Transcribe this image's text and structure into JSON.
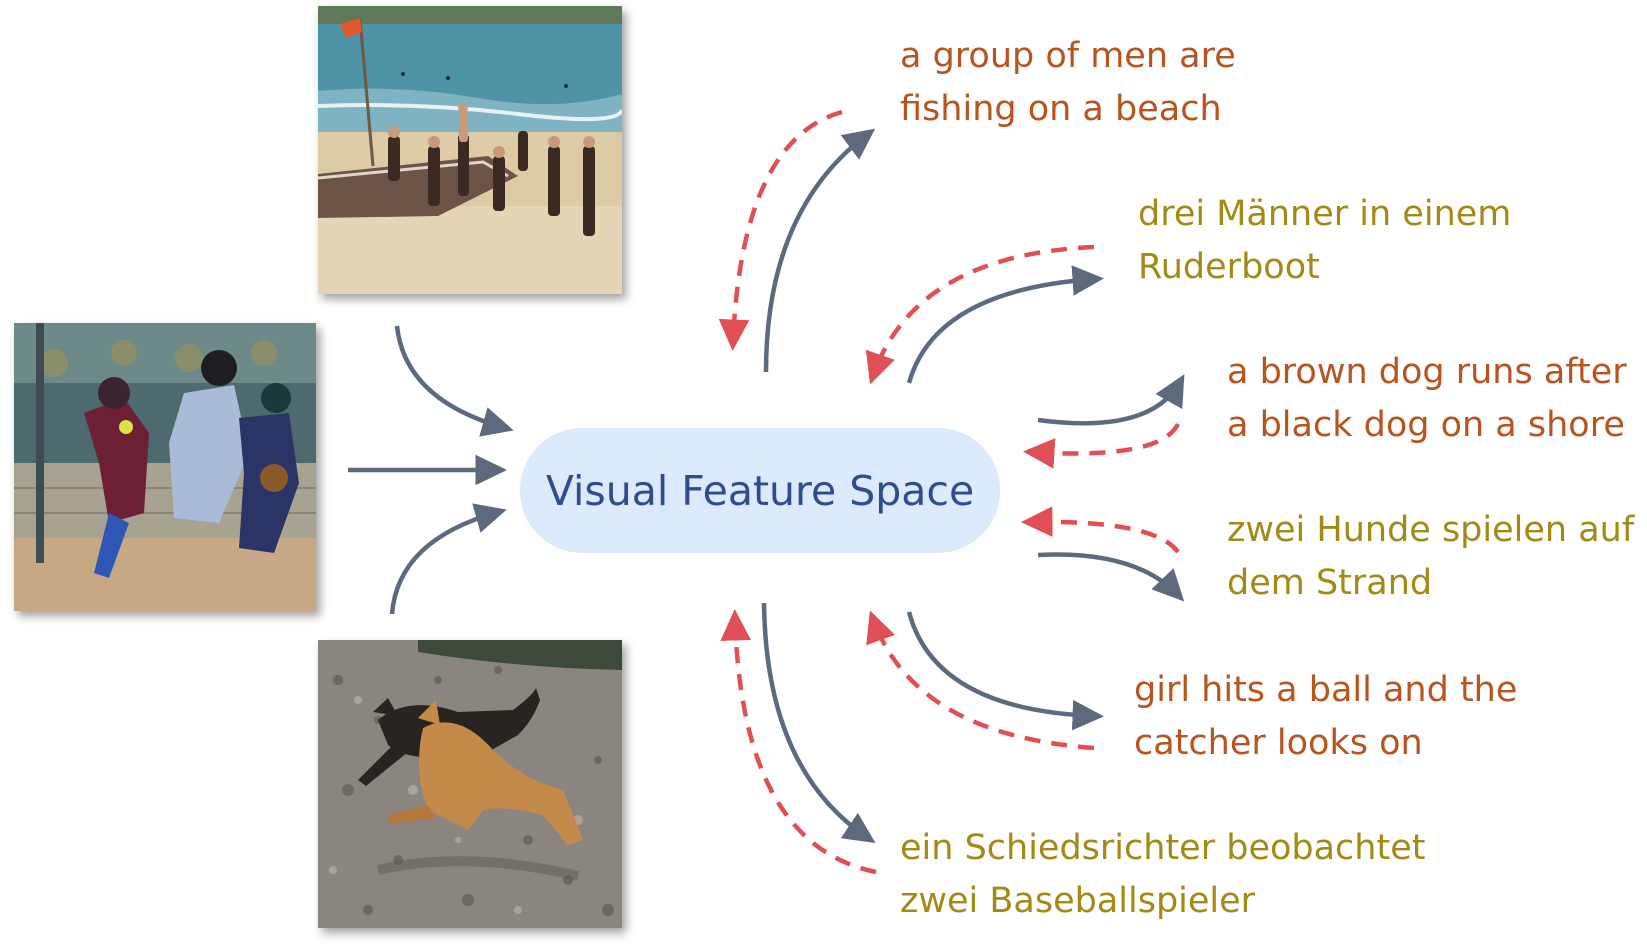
{
  "center": {
    "label": "Visual Feature Space"
  },
  "images": [
    {
      "id": "beach",
      "icon": "beach-fishing-photo"
    },
    {
      "id": "softball",
      "icon": "softball-game-photo"
    },
    {
      "id": "dogs",
      "icon": "dogs-on-shore-photo"
    }
  ],
  "captions": [
    {
      "lang": "en",
      "lines": [
        "a group of men are",
        "fishing on a beach"
      ]
    },
    {
      "lang": "de",
      "lines": [
        "drei Männer in einem",
        "Ruderboot"
      ]
    },
    {
      "lang": "en",
      "lines": [
        "a brown dog runs after",
        "a black dog on a shore"
      ]
    },
    {
      "lang": "de",
      "lines": [
        "zwei Hunde spielen auf",
        "dem Strand"
      ]
    },
    {
      "lang": "en",
      "lines": [
        "girl hits a ball and the",
        "catcher looks on"
      ]
    },
    {
      "lang": "de",
      "lines": [
        "ein Schiedsrichter beobachtet",
        "zwei Baseballspieler"
      ]
    }
  ],
  "colors": {
    "solid_arrow": "#5d6a7d",
    "dashed_arrow": "#df4f55",
    "english_text": "#b8541f",
    "german_text": "#a28a16",
    "feature_space_fill": "#dbeafc",
    "feature_space_text": "#2f4d8c"
  }
}
